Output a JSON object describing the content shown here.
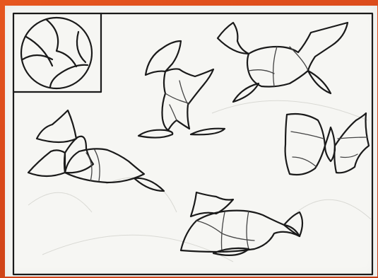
{
  "colors": {
    "frame": "#e6561f",
    "paper": "#f6f6f3",
    "ink": "#1a1a1a"
  },
  "figures": [
    "circle-key",
    "rearing-creature",
    "leaping-bird",
    "sitting-cat",
    "butterfly",
    "fish",
    "swimming-bird"
  ]
}
